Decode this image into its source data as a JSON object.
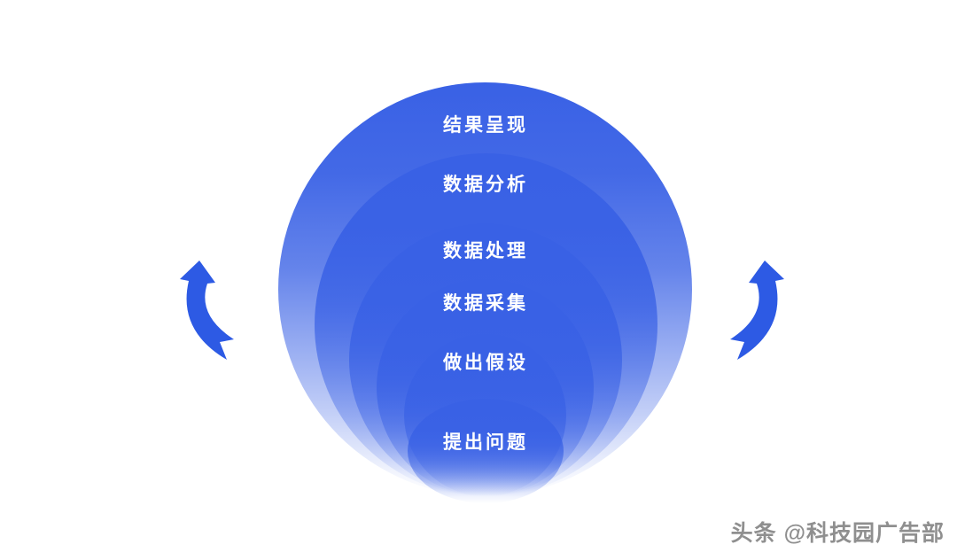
{
  "diagram": {
    "type": "nested-circles-funnel",
    "levels": [
      {
        "label": "结果呈现"
      },
      {
        "label": "数据分析"
      },
      {
        "label": "数据处理"
      },
      {
        "label": "数据采集"
      },
      {
        "label": "做出假设"
      },
      {
        "label": "提出问题"
      }
    ],
    "arrows": {
      "left": "curved-up-arrow",
      "right": "curved-up-arrow"
    },
    "watermark": "头条 @科技园广告部",
    "colors": {
      "primary_blue": "#3961E5",
      "arrow_blue": "#2D5AE4",
      "label_white": "#FFFFFF",
      "watermark_gray": "#8F8F8F",
      "background": "#FFFFFF"
    }
  }
}
